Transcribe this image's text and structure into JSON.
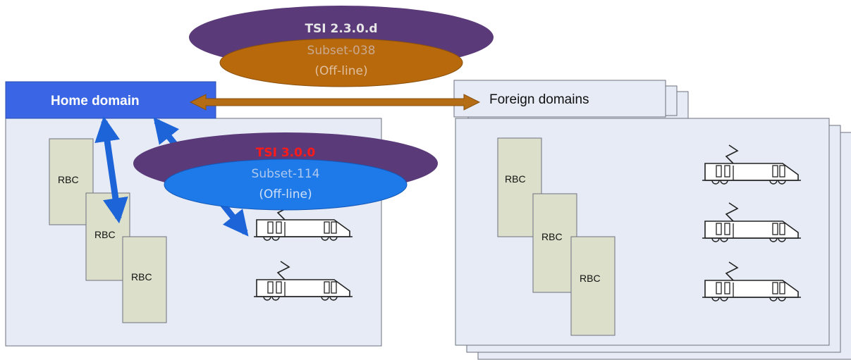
{
  "home_domain": {
    "title": "Home domain",
    "rbc_labels": [
      "RBC",
      "RBC",
      "RBC"
    ]
  },
  "foreign_domains": {
    "title": "Foreign domains",
    "rbc_labels": [
      "RBC",
      "RBC",
      "RBC"
    ]
  },
  "ellipse_top": {
    "title": "TSI 2.3.0.d",
    "subset": "Subset-038",
    "mode": "(Off-line)"
  },
  "ellipse_mid": {
    "title": "TSI 3.0.0",
    "subset": "Subset-114",
    "mode": "(Off-line)"
  },
  "colors": {
    "domain_header": "#3a66e6",
    "panel_fill": "#e6ebf5",
    "rbc_fill": "#dcdfc9",
    "ellipse_purple": "#5a3a78",
    "ellipse_orange": "#b8690c",
    "ellipse_blue": "#1e7ae8",
    "arrow_blue": "#1c64d8",
    "arrow_brown": "#b46c15",
    "title_red": "#ff1a1a"
  }
}
